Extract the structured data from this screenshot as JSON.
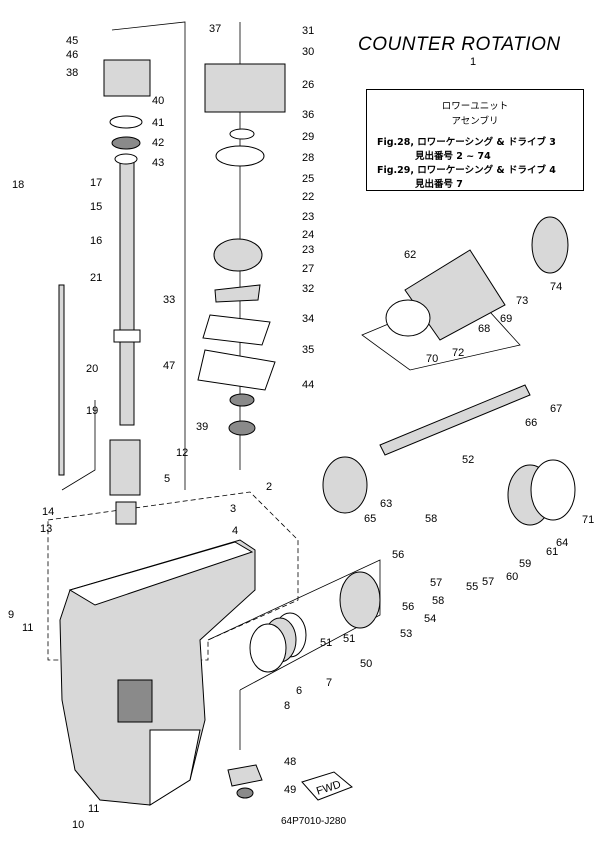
{
  "title": "COUNTER  ROTATION",
  "title_ref": "1",
  "info": {
    "line1": "ロワーユニット",
    "line2": "アセンブリ",
    "line3": "Fig.28, ロワーケーシング & ドライブ 3",
    "line4": "見出番号 2 ~ 74",
    "line5": "Fig.29, ロワーケーシング & ドライブ 4",
    "line6": "見出番号 7"
  },
  "fwd_label": "FWD",
  "diagram_code": "64P7010-J280",
  "labels": [
    "45",
    "46",
    "38",
    "40",
    "41",
    "42",
    "43",
    "17",
    "18",
    "15",
    "16",
    "21",
    "19",
    "20",
    "12",
    "5",
    "14",
    "13",
    "9",
    "11",
    "10",
    "11",
    "37",
    "31",
    "30",
    "26",
    "36",
    "29",
    "28",
    "25",
    "22",
    "23",
    "24",
    "23",
    "27",
    "33",
    "47",
    "32",
    "34",
    "35",
    "44",
    "39",
    "3",
    "4",
    "2",
    "62",
    "73",
    "74",
    "69",
    "68",
    "72",
    "70",
    "67",
    "66",
    "52",
    "63",
    "65",
    "71",
    "64",
    "61",
    "59",
    "60",
    "58",
    "56",
    "57",
    "55",
    "58",
    "57",
    "56",
    "54",
    "53",
    "51",
    "51",
    "50",
    "7",
    "6",
    "8",
    "48",
    "49"
  ]
}
